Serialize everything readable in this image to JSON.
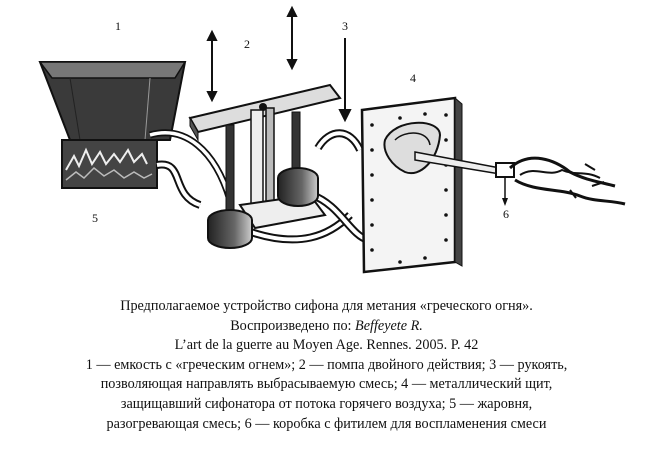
{
  "figure": {
    "labels": {
      "l1": "1",
      "l2": "2",
      "l3": "3",
      "l4": "4",
      "l5": "5",
      "l6": "6"
    }
  },
  "caption": {
    "title_line": "Предполагаемое устройство сифона для метания «греческого огня».",
    "source_prefix": "Воспроизведено по: ",
    "source_author": "Beffeyete R.",
    "source_book": "L’art de la guerre au Moyen Age. Rennes. 2005. P. 42",
    "legend_lines": [
      "1 — емкость с «греческим огнем»; 2 — помпа двойного действия; 3 — рукоять,",
      "позволяющая направлять выбрасываемую смесь; 4 — металлический щит,",
      "защищавший сифонатора от потока горячего воздуха; 5 — жаровня,",
      "разогревающая смесь; 6 — коробка с фитилем для воспламенения смеси"
    ]
  }
}
